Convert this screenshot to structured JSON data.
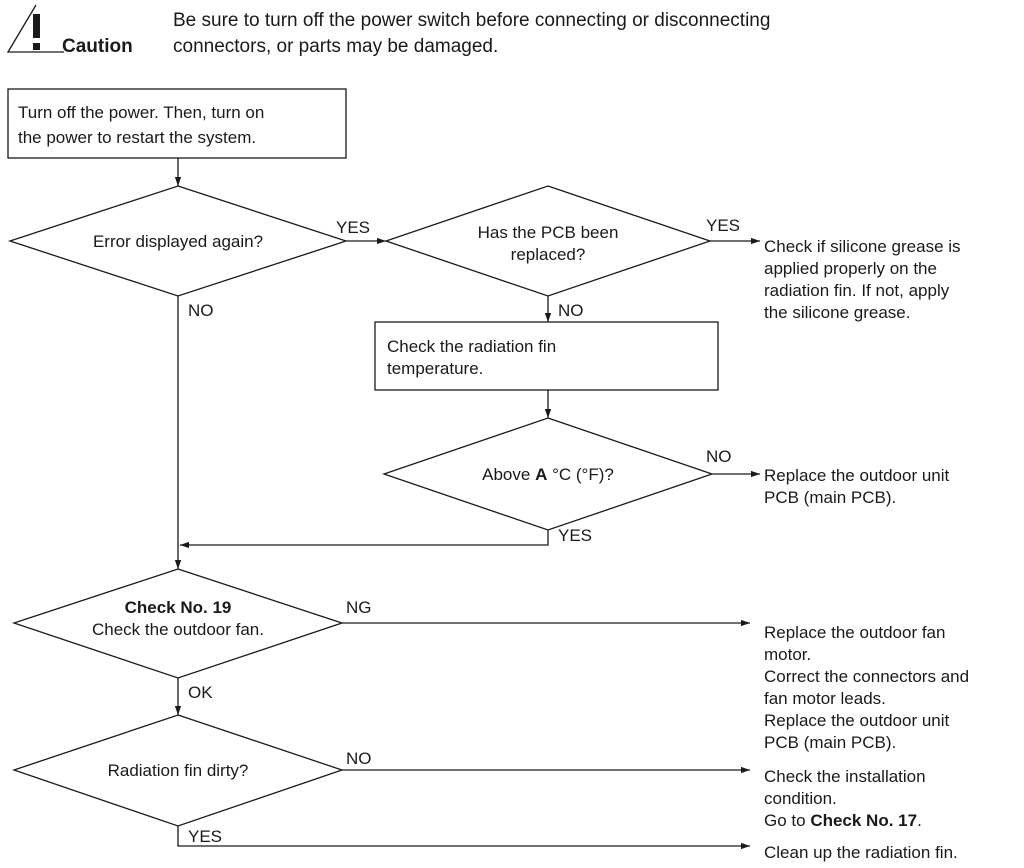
{
  "caution": {
    "label": "Caution",
    "line1": "Be sure to turn off the power switch before connecting or disconnecting",
    "line2": "connectors, or parts may be damaged."
  },
  "flow": {
    "start": {
      "line1": "Turn off the power. Then, turn on",
      "line2": "the power to restart the system."
    },
    "q_error": {
      "text": "Error displayed again?"
    },
    "q_pcb": {
      "line1": "Has the PCB been",
      "line2": "replaced?"
    },
    "action_grease": {
      "line1": "Check if silicone grease is",
      "line2": "applied properly on the",
      "line3": "radiation fin. If not, apply",
      "line4": "the silicone grease."
    },
    "box_temp": {
      "line1": "Check the radiation fin",
      "line2": "temperature."
    },
    "q_temp": {
      "prefix": "Above ",
      "bold": "A",
      "suffix": " °C (°F)?"
    },
    "action_replace_pcb": {
      "line1": "Replace the outdoor unit",
      "line2": "PCB (main PCB)."
    },
    "q_fan": {
      "line1": "Check No. 19",
      "line2": "Check the outdoor fan."
    },
    "action_fan": {
      "line1": "Replace the outdoor fan",
      "line2": "motor.",
      "line3": "Correct the connectors and",
      "line4": "fan motor leads.",
      "line5": "Replace the outdoor unit",
      "line6": "PCB (main PCB)."
    },
    "q_dirty": {
      "text": "Radiation fin dirty?"
    },
    "action_install": {
      "line1": "Check the installation",
      "line2": "condition.",
      "line3_prefix": "Go to ",
      "line3_bold": "Check No. 17",
      "line3_suffix": "."
    },
    "action_clean": {
      "text": "Clean up the radiation fin."
    },
    "labels": {
      "yes": "YES",
      "no": "NO",
      "ng": "NG",
      "ok": "OK"
    }
  }
}
